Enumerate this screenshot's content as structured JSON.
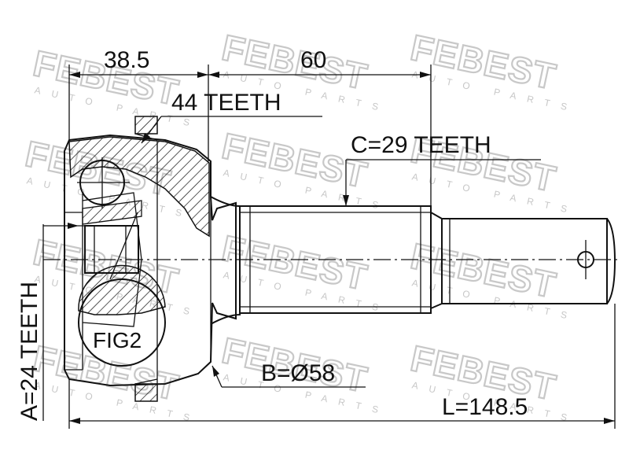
{
  "watermark": {
    "brand": "FEBEST",
    "sub": "AUTO PARTS"
  },
  "dimensions": {
    "width_outer": "38.5",
    "length_mid": "60",
    "total_length": "L=148.5"
  },
  "labels": {
    "outer_teeth": "44 TEETH",
    "spline_c": "C=29 TEETH",
    "spline_a": "A=24 TEETH",
    "diameter_b": "B=Ø58",
    "fig": "FIG2"
  }
}
